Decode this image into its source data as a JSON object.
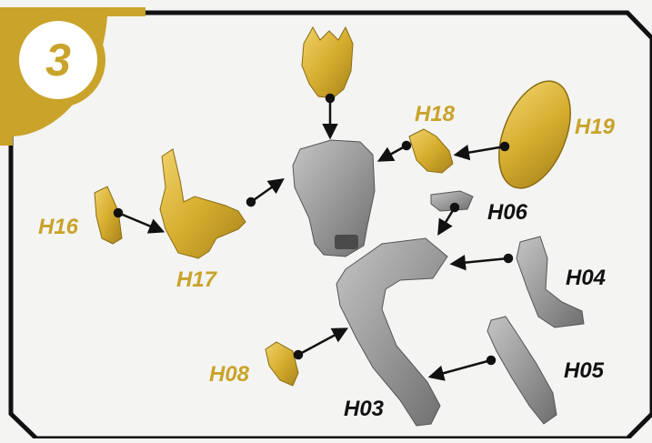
{
  "step": {
    "number": "3"
  },
  "colors": {
    "gold": "#c9a32a",
    "gold_light": "#e8c85a",
    "gray": "#9a9a9a",
    "gray_dark": "#6e6e6e",
    "frame": "#111111",
    "background": "#f4f4f2"
  },
  "parts": [
    {
      "code": "H16",
      "color": "gold"
    },
    {
      "code": "H17",
      "color": "gold"
    },
    {
      "code": "H18",
      "color": "gold"
    },
    {
      "code": "H19",
      "color": "gold"
    },
    {
      "code": "H08",
      "color": "gold"
    },
    {
      "code": "H06",
      "color": "dark"
    },
    {
      "code": "H04",
      "color": "dark"
    },
    {
      "code": "H05",
      "color": "dark"
    },
    {
      "code": "H03",
      "color": "dark"
    }
  ]
}
